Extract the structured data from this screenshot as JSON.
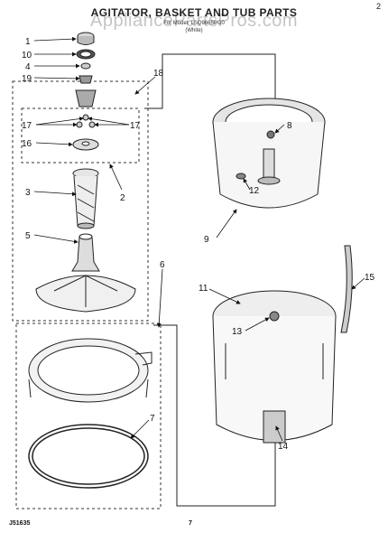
{
  "header": {
    "title": "AGITATOR, BASKET AND TUB PARTS",
    "subtitle": "For Model: LSQ9665PG0",
    "variant": "(White)",
    "watermark": "AppliancePartsPros.com",
    "corner_mark": "2"
  },
  "callouts": {
    "c1": "1",
    "c10": "10",
    "c4": "4",
    "c19": "19",
    "c18": "18",
    "c17a": "17",
    "c17b": "17",
    "c16": "16",
    "c2": "2",
    "c3": "3",
    "c5": "5",
    "c6": "6",
    "c7": "7",
    "c8": "8",
    "c12": "12",
    "c9": "9",
    "c11": "11",
    "c13": "13",
    "c14": "14",
    "c15": "15"
  },
  "footer": {
    "code": "J51635",
    "page": "7"
  }
}
